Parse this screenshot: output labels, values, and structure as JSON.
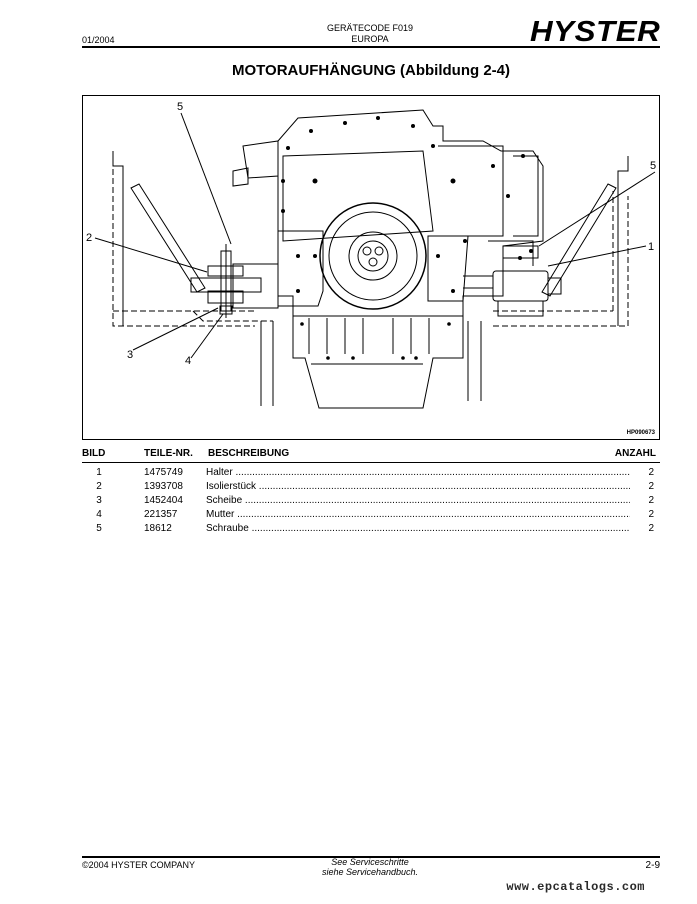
{
  "header": {
    "date": "01/2004",
    "code_line1": "GERÄTECODE F019",
    "code_line2": "EUROPA",
    "brand": "HYSTER"
  },
  "page_title": "MOTORAUFHÄNGUNG (Abbildung 2-4)",
  "figure": {
    "code": "HP090673",
    "callouts": [
      "5",
      "2",
      "3",
      "4",
      "5",
      "1"
    ]
  },
  "parts_table": {
    "headers": {
      "bild": "BILD",
      "teil": "TEILE-NR.",
      "desc": "BESCHREIBUNG",
      "anzahl": "ANZAHL"
    },
    "rows": [
      {
        "bild": "1",
        "teil": "1475749",
        "desc": "Halter",
        "anzahl": "2"
      },
      {
        "bild": "2",
        "teil": "1393708",
        "desc": "Isolierstück",
        "anzahl": "2"
      },
      {
        "bild": "3",
        "teil": "1452404",
        "desc": "Scheibe",
        "anzahl": "2"
      },
      {
        "bild": "4",
        "teil": "221357",
        "desc": "Mutter",
        "anzahl": "2"
      },
      {
        "bild": "5",
        "teil": "18612",
        "desc": "Schraube",
        "anzahl": "2"
      }
    ]
  },
  "footer": {
    "copyright": "©2004 HYSTER COMPANY",
    "note_line1": "See Serviceschritte",
    "note_line2": "siehe Servicehandbuch.",
    "page": "2-9"
  },
  "watermark": "www.epcatalogs.com"
}
